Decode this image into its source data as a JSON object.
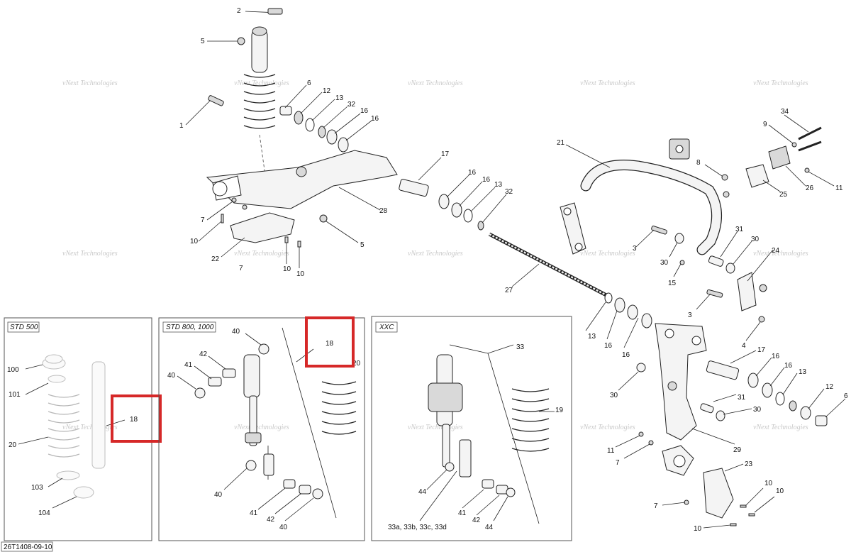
{
  "diagram": {
    "watermark": "vNext Technologies",
    "footer_code": "26T1408-09-10"
  },
  "inset_boxes": {
    "std500": "STD 500",
    "std800": "STD 800, 1000",
    "xxc": "XXC"
  },
  "callouts": {
    "c2": "2",
    "c5a": "5",
    "c1": "1",
    "c6": "6",
    "c12a": "12",
    "c13a": "13",
    "c32a": "32",
    "c16a": "16",
    "c16b": "16",
    "c17a": "17",
    "c16c": "16",
    "c16d": "16",
    "c13b": "13",
    "c32b": "32",
    "c28": "28",
    "c7a": "7",
    "c10a": "10",
    "c22": "22",
    "c7b": "7",
    "c10b": "10",
    "c10c": "10",
    "c5b": "5",
    "c27": "27",
    "c21": "21",
    "c3a": "3",
    "c30a": "30",
    "c15": "15",
    "c31a": "31",
    "c30b": "30",
    "c24": "24",
    "c3b": "3",
    "c4": "4",
    "c34": "34",
    "c9": "9",
    "c8": "8",
    "c25": "25",
    "c26": "26",
    "c11a": "11",
    "c13c": "13",
    "c16e": "16",
    "c16f": "16",
    "c17b": "17",
    "c16g": "16",
    "c16h": "16",
    "c13d": "13",
    "c12b": "12",
    "c6b": "6",
    "c30c": "30",
    "c31b": "31",
    "c30d": "30",
    "c11b": "11",
    "c7c": "7",
    "c29": "29",
    "c23": "23",
    "c7d": "7",
    "c10d": "10",
    "c10e": "10",
    "c10f": "10",
    "c100": "100",
    "c101": "101",
    "c20": "20",
    "c18a": "18",
    "c103": "103",
    "c104": "104",
    "c40a": "40",
    "c42a": "42",
    "c41a": "41",
    "c40b": "40",
    "c18b": "18",
    "c20b": "20",
    "c40c": "40",
    "c41b": "41",
    "c42b": "42",
    "c40d": "40",
    "c33": "33",
    "c19": "19",
    "c44a": "44",
    "c41c": "41",
    "c42c": "42",
    "c44b": "44",
    "c33x": "33a, 33b, 33c, 33d"
  }
}
